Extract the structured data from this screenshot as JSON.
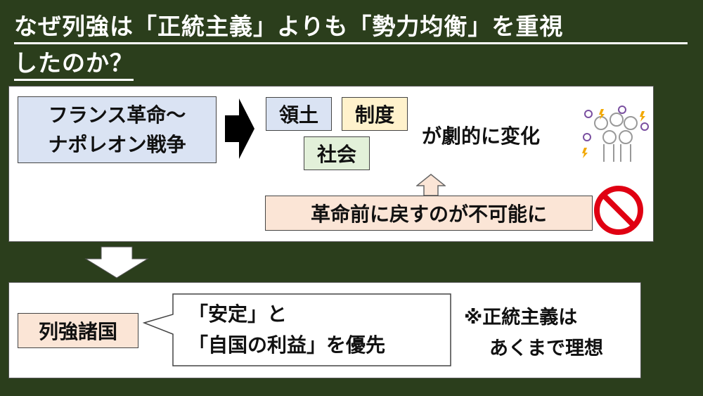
{
  "title": {
    "line1": "なぜ列強は「正統主義」よりも「勢力均衡」を重視",
    "line2": "したのか？"
  },
  "top": {
    "cause_line1": "フランス革命〜",
    "cause_line2": "ナポレオン戦争",
    "items": [
      "領土",
      "制度",
      "社会"
    ],
    "change_text": "が劇的に変化",
    "impossible_text": "革命前に戻すのが不可能に"
  },
  "bottom": {
    "subject": "列強諸国",
    "bubble_line1": "「安定」と",
    "bubble_line2": "「自国の利益」を優先",
    "note_line1": "※正統主義は",
    "note_line2": "あくまで理想"
  },
  "colors": {
    "background": "#2b3e1c",
    "blue": "#dae3f3",
    "yellow": "#fff2cc",
    "green": "#e2f0d9",
    "peach": "#fbe5d6",
    "prohibit": "#e00012"
  }
}
